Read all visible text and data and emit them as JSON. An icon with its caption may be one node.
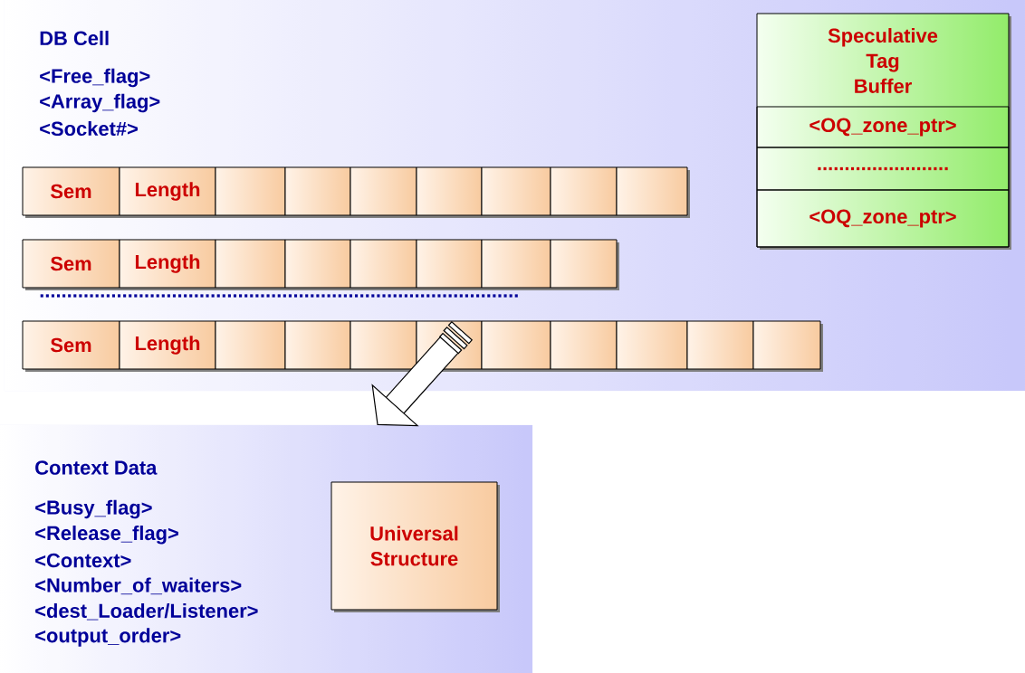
{
  "diagram": {
    "nodes": [
      {
        "text": [
          "DB Cell",
          "<Free_flag>",
          "<Array_flag>",
          "<Socket#>"
        ]
      },
      {
        "text": [
          "Sem"
        ],
        "in": 0
      },
      {
        "text": [
          "Length"
        ],
        "in": 0
      },
      {
        "text": [],
        "shape": "box",
        "in": 0
      },
      {
        "text": [],
        "shape": "box",
        "in": 0
      },
      {
        "text": [],
        "shape": "box",
        "in": 0
      },
      {
        "text": [],
        "shape": "box",
        "in": 0
      },
      {
        "text": [],
        "shape": "box",
        "in": 0
      },
      {
        "text": [],
        "shape": "box",
        "in": 0
      },
      {
        "text": [],
        "shape": "box",
        "in": 0
      },
      {
        "text": [
          "Sem"
        ],
        "in": 0
      },
      {
        "text": [
          "Length"
        ],
        "in": 0
      },
      {
        "text": [],
        "shape": "box",
        "in": 0
      },
      {
        "text": [],
        "shape": "box",
        "in": 0
      },
      {
        "text": [],
        "shape": "box",
        "in": 0
      },
      {
        "text": [],
        "shape": "box",
        "in": 0
      },
      {
        "text": [],
        "shape": "box",
        "in": 0
      },
      {
        "text": [],
        "shape": "box",
        "in": 0
      },
      {
        "text": [
          "Sem"
        ],
        "in": 0
      },
      {
        "text": [
          "Length"
        ],
        "in": 0
      },
      {
        "text": [],
        "shape": "box",
        "in": 0
      },
      {
        "text": [],
        "shape": "box",
        "in": 0
      },
      {
        "text": [],
        "shape": "box",
        "in": 0
      },
      {
        "text": [],
        "shape": "box",
        "in": 0
      },
      {
        "text": [],
        "shape": "box",
        "in": 0
      },
      {
        "text": [],
        "shape": "box",
        "in": 0
      },
      {
        "text": [],
        "shape": "box",
        "in": 0
      },
      {
        "text": [],
        "shape": "box",
        "in": 0
      },
      {
        "text": [],
        "shape": "box",
        "in": 0
      },
      {
        "text": [
          "Speculative Tag Buffer"
        ],
        "in": 0
      },
      {
        "text": [
          "<OQ_zone_ptr>"
        ],
        "in": 29
      },
      {
        "text": [
          "........................"
        ],
        "in": 29
      },
      {
        "text": [
          "<OQ_zone_ptr>"
        ],
        "in": 29
      },
      {
        "text": [
          "Context Data",
          "<Busy_flag>",
          "<Release_flag>",
          "<Context>",
          "<Number_of_waiters>",
          "<dest_Loader/Listener>",
          "<output_order>"
        ]
      },
      {
        "text": [
          "Universal Structure"
        ],
        "in": 33
      }
    ],
    "edges": [
      {
        "from": 23,
        "to": 33,
        "arrow": "to"
      }
    ],
    "labels": [
      "......................................................................................."
    ]
  }
}
